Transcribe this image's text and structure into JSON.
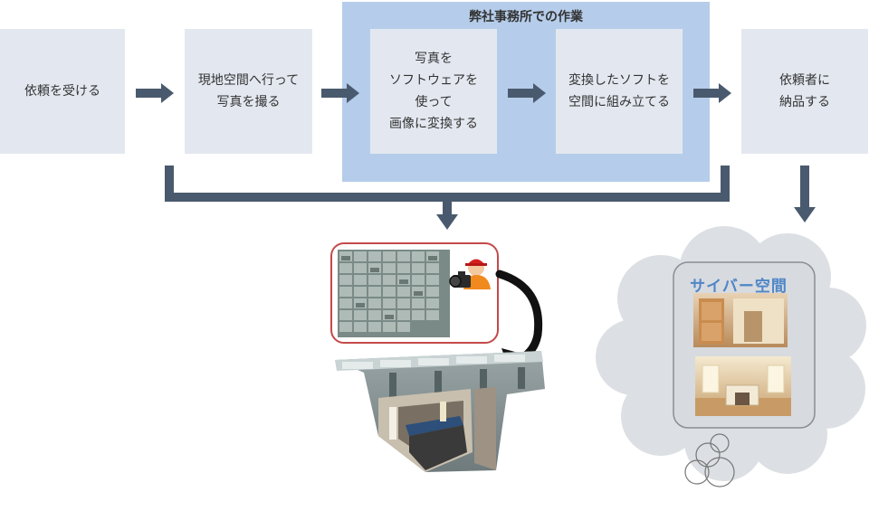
{
  "steps": {
    "receive": "依頼を受ける",
    "photograph": "現地空間へ行って\n写真を撮る",
    "convert": "写真を\nソフトウェアを\n使って\n画像に変換する",
    "assemble": "変換したソフトを\n空間に組み立てる",
    "deliver": "依頼者に\n納品する"
  },
  "office": {
    "title": "弊社事務所での作業"
  },
  "cyber": {
    "title": "サイバー空間"
  },
  "colors": {
    "box": "#e3e8f0",
    "office": "#b5cdea",
    "arrow": "#4a5a6e",
    "cloud": "#dcdfe3",
    "accent": "#4f86c6",
    "photo_frame": "#c44a4a"
  }
}
